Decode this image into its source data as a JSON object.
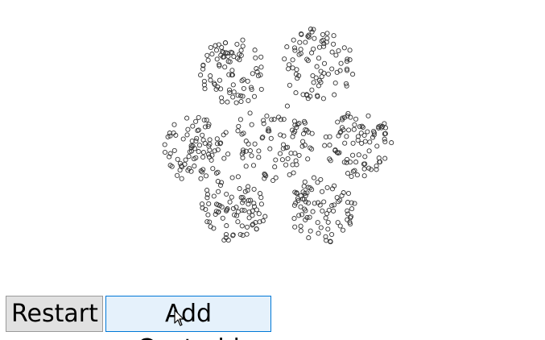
{
  "controls": {
    "restart_label": "Restart",
    "add_centroid_label": "Add Centroid"
  },
  "scatter": {
    "point_color": "#333333",
    "point_count": 600
  },
  "cursor": {
    "icon": "arrow-pointer-icon"
  }
}
